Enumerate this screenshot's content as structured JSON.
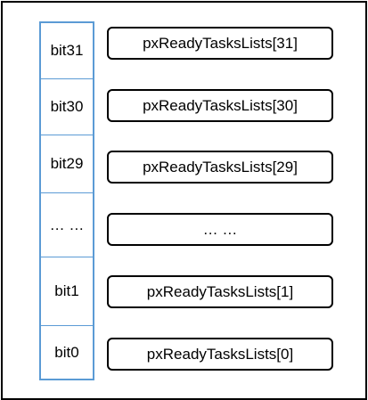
{
  "bits": [
    "bit31",
    "bit30",
    "bit29",
    "… …",
    "bit1",
    "bit0"
  ],
  "lists": [
    "pxReadyTasksLists[31]",
    "pxReadyTasksLists[30]",
    "pxReadyTasksLists[29]",
    "… …",
    "pxReadyTasksLists[1]",
    "pxReadyTasksLists[0]"
  ],
  "colors": {
    "bit_column_border": "#5b9bd5",
    "box_border": "#000000"
  }
}
